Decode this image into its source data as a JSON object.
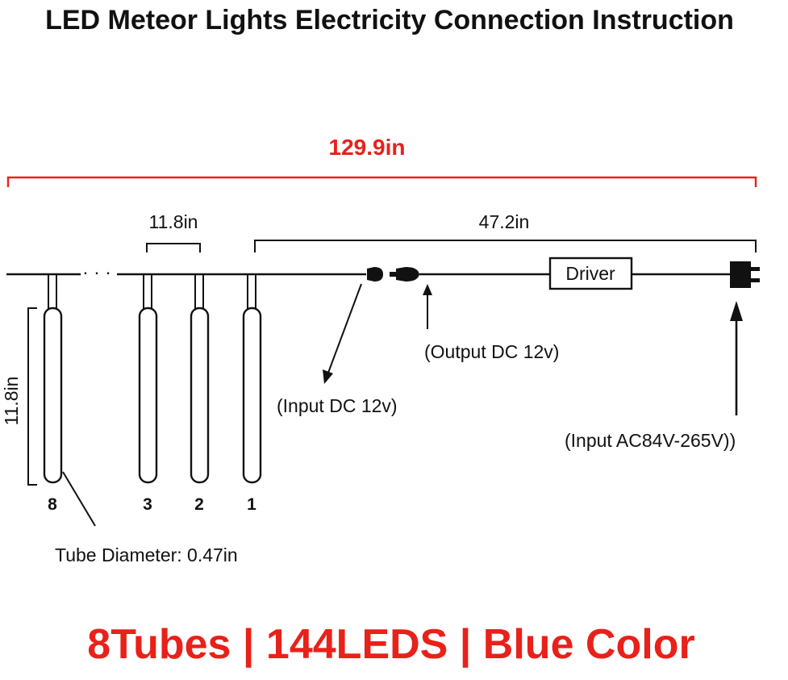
{
  "title": "LED Meteor Lights Electricity Connection Instruction",
  "total_length": "129.9in",
  "tube_spacing": "11.8in",
  "cable_length": "47.2in",
  "tube_length": "11.8in",
  "tube_numbers": [
    "8",
    "3",
    "2",
    "1"
  ],
  "ellipsis": "· · ·",
  "driver_label": "Driver",
  "input_dc": "(Input DC 12v)",
  "output_dc": "(Output DC 12v)",
  "input_ac": "(Input  AC84V-265V))",
  "tube_diameter": "Tube Diameter: 0.47in",
  "footer": "8Tubes | 144LEDS | Blue Color",
  "colors": {
    "accent": "#e8211a",
    "line": "#111111"
  }
}
